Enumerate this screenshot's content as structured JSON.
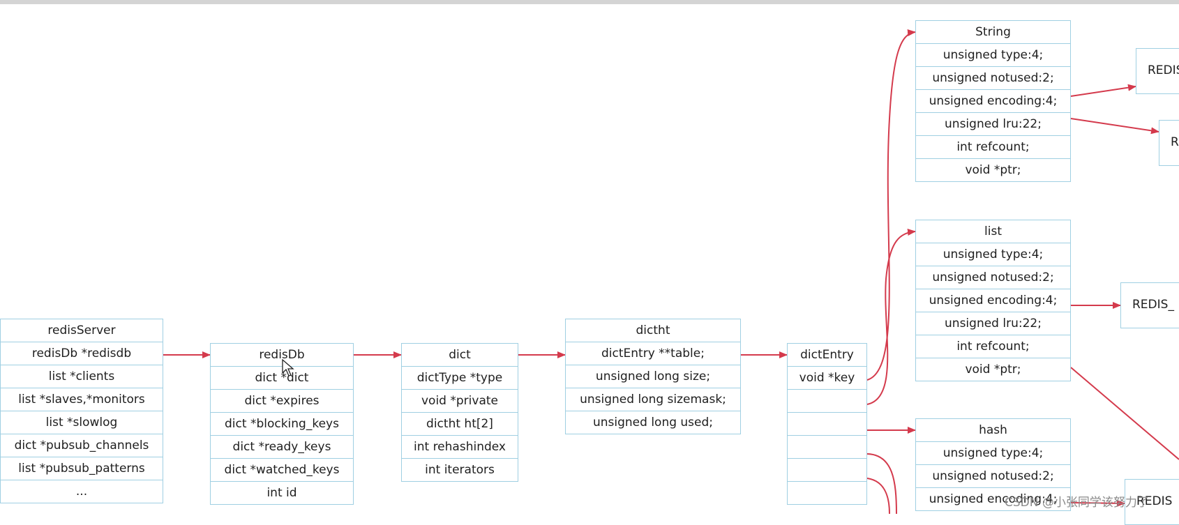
{
  "boxes": {
    "redisServer": {
      "title": "redisServer",
      "fields": [
        "redisDb *redisdb",
        "list *clients",
        "list *slaves,*monitors",
        "list *slowlog",
        "dict *pubsub_channels",
        "list *pubsub_patterns",
        "..."
      ]
    },
    "redisDb": {
      "title": "redisDb",
      "fields": [
        "dict *dict",
        "dict *expires",
        "dict *blocking_keys",
        "dict *ready_keys",
        "dict *watched_keys",
        "int id"
      ]
    },
    "dict": {
      "title": "dict",
      "fields": [
        "dictType *type",
        "void *private",
        "dictht ht[2]",
        "int rehashindex",
        "int iterators"
      ]
    },
    "dictht": {
      "title": "dictht",
      "fields": [
        "dictEntry **table;",
        "unsigned long size;",
        "unsigned long sizemask;",
        "unsigned long used;"
      ]
    },
    "dictEntry": {
      "title": "dictEntry",
      "fields": [
        "void *key"
      ]
    },
    "string": {
      "title": "String",
      "fields": [
        "unsigned type:4;",
        "unsigned notused:2;",
        "unsigned encoding:4;",
        "unsigned lru:22;",
        "int refcount;",
        "void *ptr;"
      ]
    },
    "list": {
      "title": "list",
      "fields": [
        "unsigned type:4;",
        "unsigned notused:2;",
        "unsigned encoding:4;",
        "unsigned lru:22;",
        "int refcount;",
        "void *ptr;"
      ]
    },
    "hash": {
      "title": "hash",
      "fields": [
        "unsigned type:4;",
        "unsigned notused:2;",
        "unsigned encoding:4;"
      ]
    }
  },
  "side_boxes": {
    "string_encoding_1": "REDIS",
    "string_encoding_2": "R",
    "list_encoding": "REDIS_",
    "hash_encoding": "REDIS"
  },
  "watermark": "CSDN @小张同学该努力了",
  "colors": {
    "box_border": "#9fcfe2",
    "arrow": "#d43a4c",
    "text": "#1e1e1e"
  }
}
